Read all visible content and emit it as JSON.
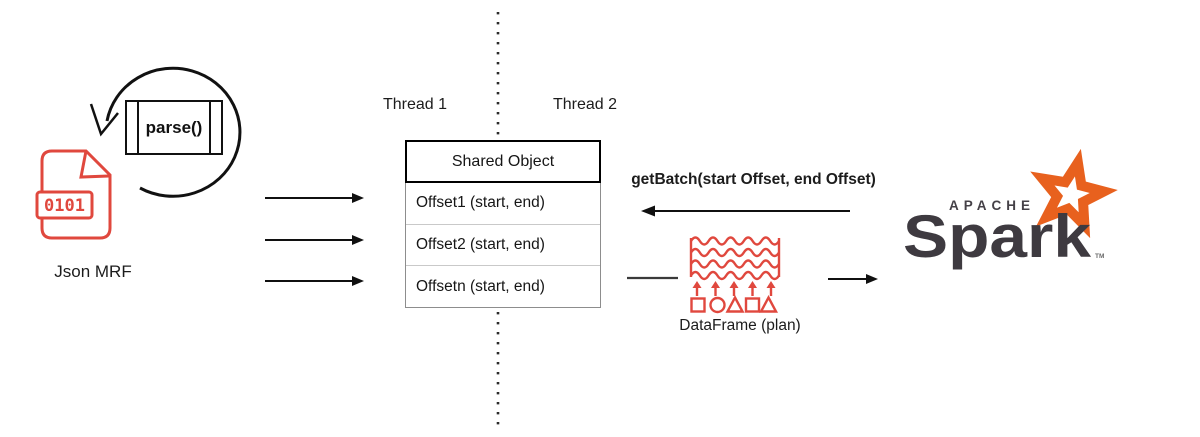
{
  "source": {
    "file_label": "0101",
    "caption": "Json MRF"
  },
  "loop": {
    "parse_label": "parse()"
  },
  "threads": {
    "left": "Thread 1",
    "right": "Thread 2"
  },
  "shared_object": {
    "title": "Shared Object",
    "rows": [
      "Offset1 (start, end)",
      "Offset2 (start, end)",
      "Offsetn (start, end)"
    ]
  },
  "get_batch": {
    "label": "getBatch(start Offset, end Offset)"
  },
  "dataframe": {
    "caption": "DataFrame (plan)"
  },
  "spark": {
    "apache": "APACHE",
    "name": "Spark",
    "tm": "TM"
  },
  "colors": {
    "accent_red": "#E0483E",
    "spark_orange": "#E8611E",
    "spark_text": "#3E3A40",
    "line_black": "#111111"
  }
}
